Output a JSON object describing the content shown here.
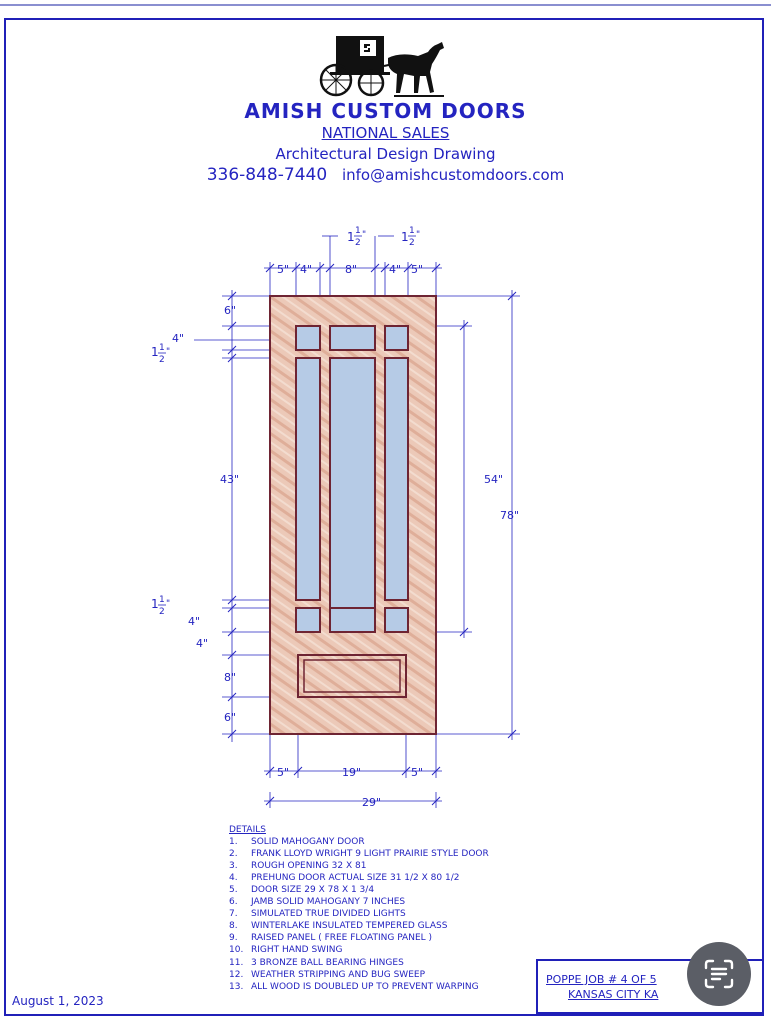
{
  "header": {
    "brand": "AMISH CUSTOM DOORS",
    "subtitle": "NATIONAL SALES",
    "drawing_type": "Architectural Design Drawing",
    "phone": "336-848-7440",
    "email": "info@amishcustomdoors.com"
  },
  "logo": {
    "icon": "horse-and-buggy-logo"
  },
  "dimensions": {
    "stile_top_left": "5\"",
    "mullion_left": "4\"",
    "center_top": "8\"",
    "mullion_right": "4\"",
    "stile_top_right": "5\"",
    "divider_left_top": "1",
    "divider_right_top": "1",
    "top_rail": "6\"",
    "top_lite": "4\"",
    "divider_upper": "1",
    "glass_height": "43\"",
    "divider_lower": "1",
    "bottom_lite": "4\"",
    "lock_rail": "4\"",
    "panel_height": "8\"",
    "bottom_rail": "6\"",
    "lite_overall": "54\"",
    "door_height": "78\"",
    "stile_bottom_left": "5\"",
    "center_bottom": "19\"",
    "stile_bottom_right": "5\"",
    "door_width": "29\"",
    "frac_num": "1",
    "frac_den": "2",
    "inch": "\""
  },
  "details": {
    "title": "DETAILS",
    "items": [
      {
        "n": "1.",
        "text": "SOLID MAHOGANY  DOOR"
      },
      {
        "n": "2.",
        "text": "FRANK LLOYD WRIGHT 9 LIGHT PRAIRIE STYLE DOOR"
      },
      {
        "n": "3.",
        "text": "ROUGH OPENING 32 X 81"
      },
      {
        "n": "4.",
        "text": "PREHUNG DOOR ACTUAL SIZE  31 1/2 X 80 1/2"
      },
      {
        "n": "5.",
        "text": "DOOR SIZE  29 X 78  X 1 3/4"
      },
      {
        "n": "6.",
        "text": "JAMB SOLID MAHOGANY  7 INCHES"
      },
      {
        "n": "7.",
        "text": "SIMULATED TRUE DIVIDED LIGHTS"
      },
      {
        "n": "8.",
        "text": "WINTERLAKE INSULATED TEMPERED GLASS"
      },
      {
        "n": "9.",
        "text": "RAISED PANEL ( FREE FLOATING PANEL )"
      },
      {
        "n": "10.",
        "text": "RIGHT  HAND SWING"
      },
      {
        "n": "11.",
        "text": "3 BRONZE BALL BEARING HINGES"
      },
      {
        "n": "12.",
        "text": "WEATHER STRIPPING AND BUG SWEEP"
      },
      {
        "n": "13.",
        "text": "ALL WOOD IS DOUBLED UP TO PREVENT WARPING"
      }
    ]
  },
  "date": "August 1, 2023",
  "title_block": {
    "line1": "POPPE JOB # 4 OF 5",
    "line2": "KANSAS CITY KA"
  },
  "fab": {
    "icon": "text-scan-icon"
  },
  "colors": {
    "ink": "#2424c0",
    "wood": "#e9c4b2",
    "frame_line": "#7a2a3a",
    "glass": "#b6cbe6"
  }
}
